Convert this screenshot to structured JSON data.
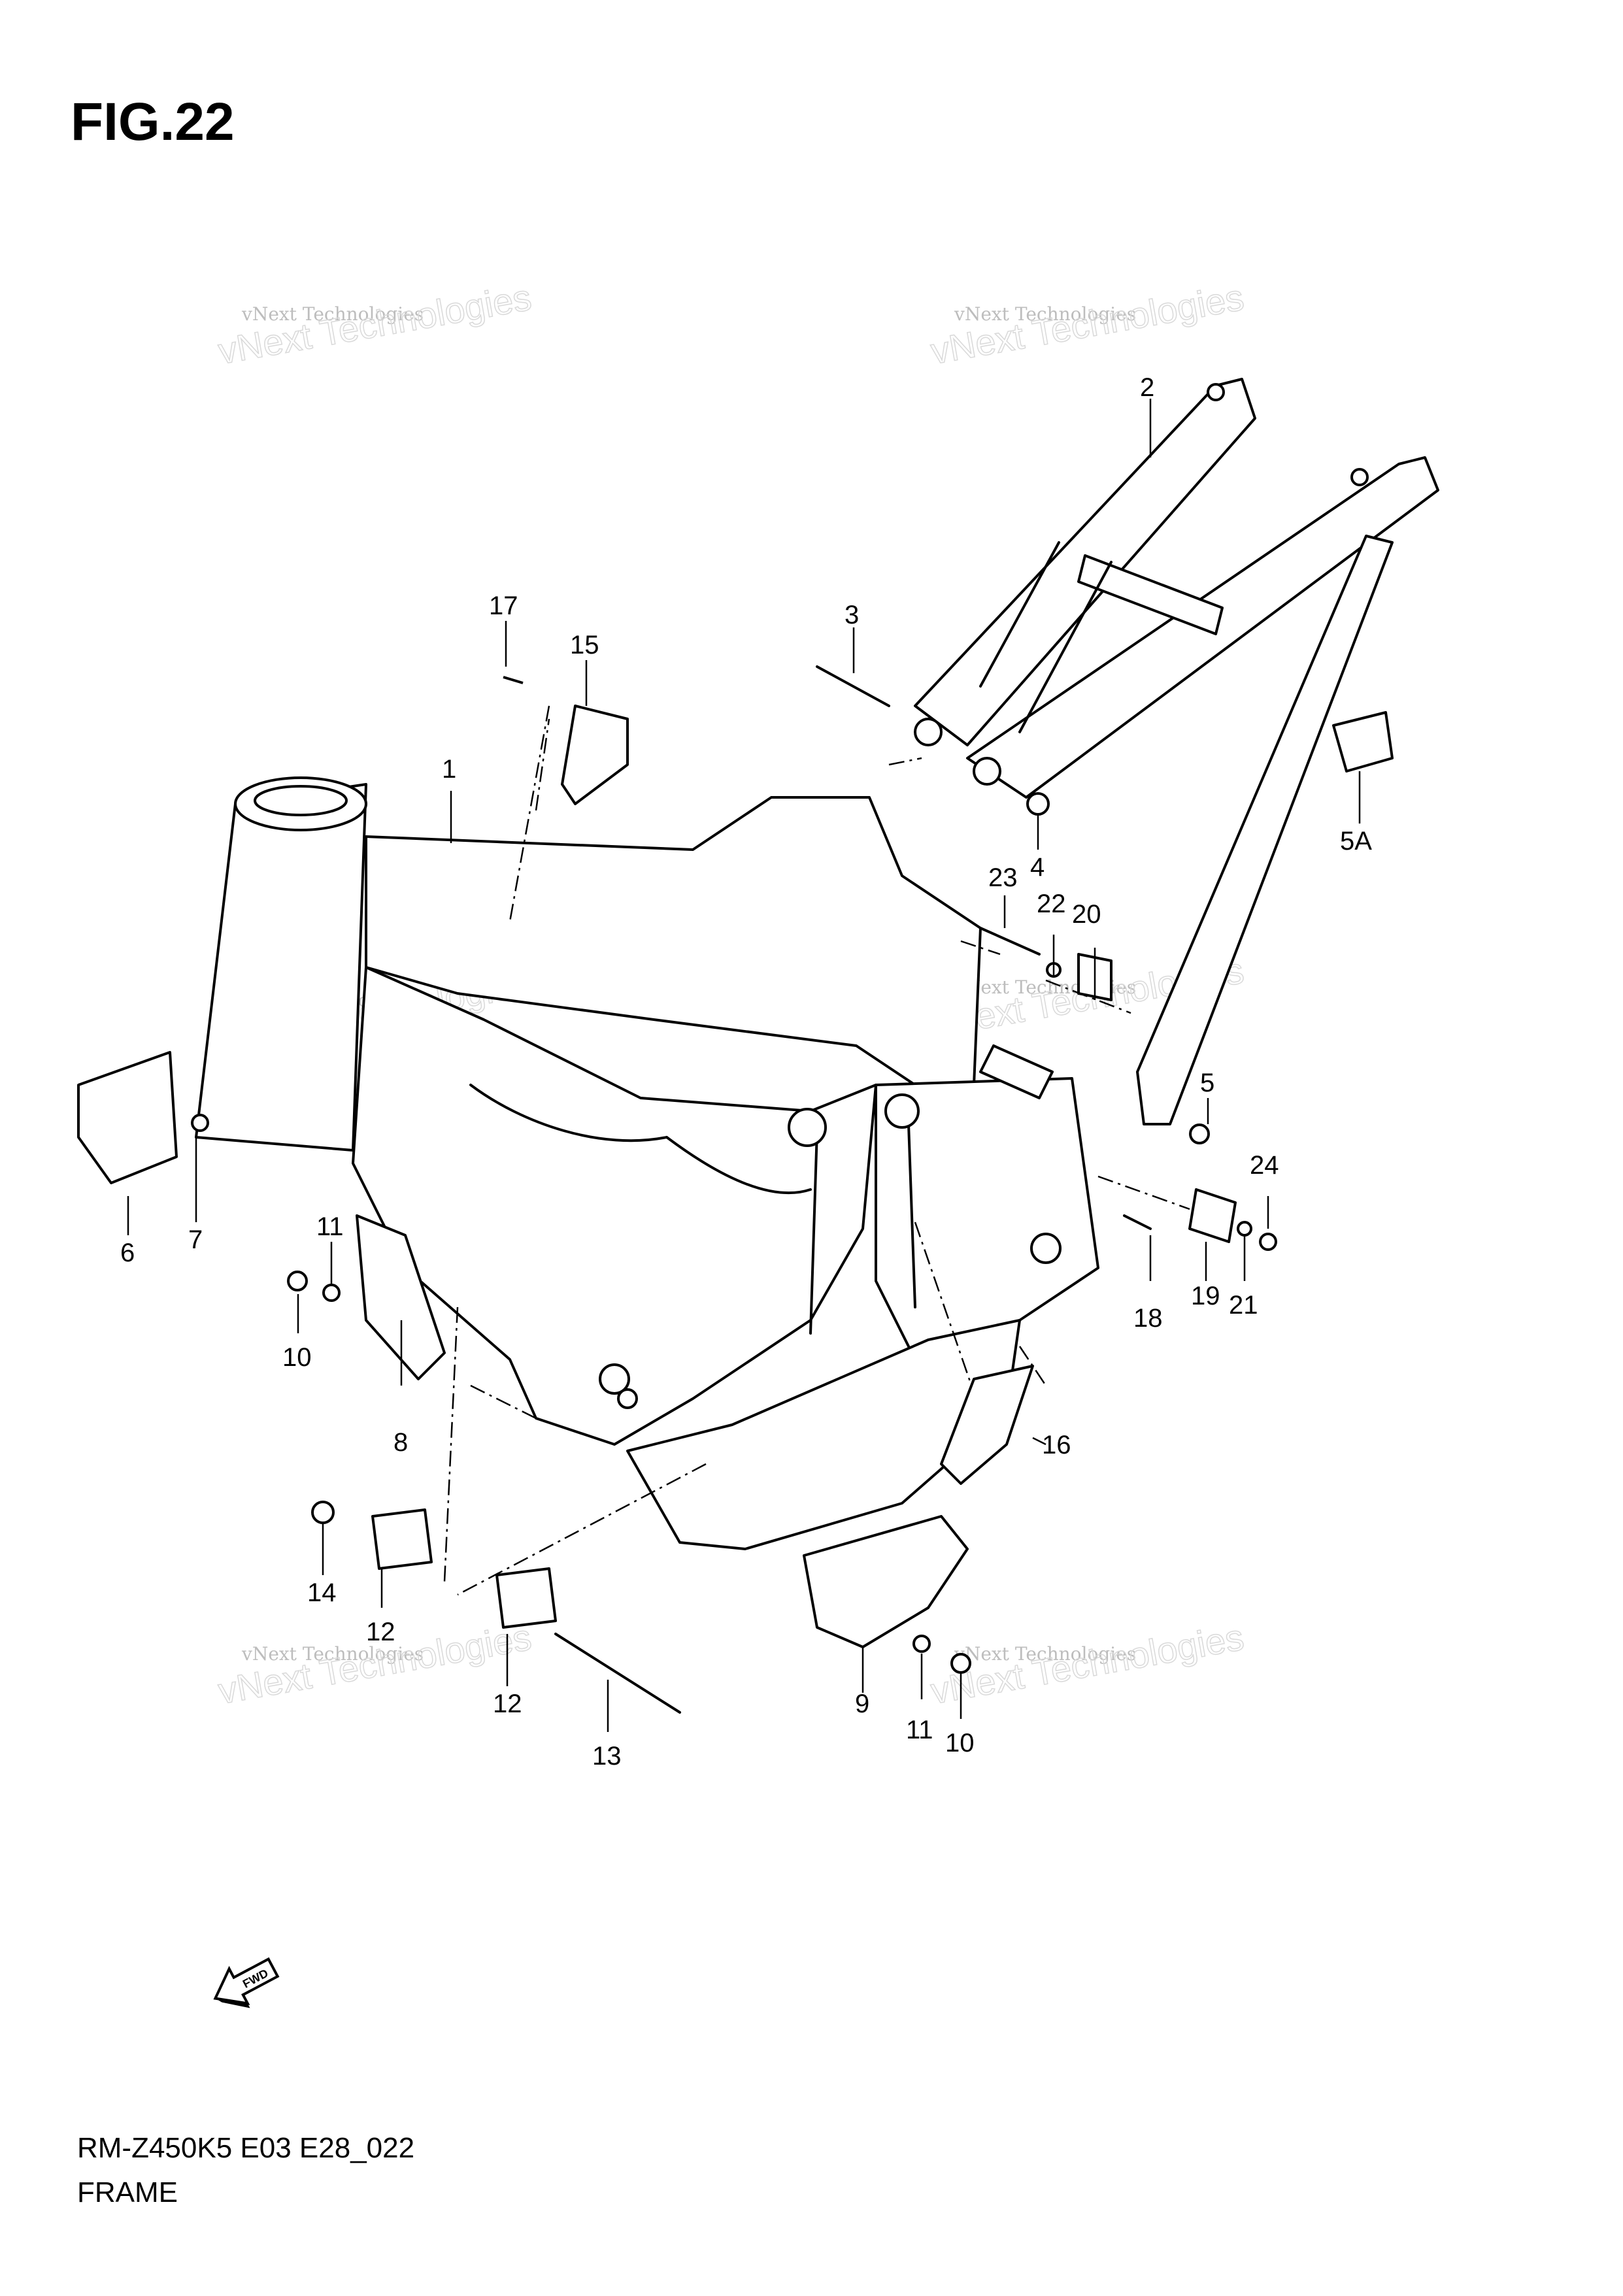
{
  "figure": {
    "title": "FIG.22",
    "code": "RM-Z450K5 E03 E28_022",
    "name": "FRAME"
  },
  "watermark": {
    "line1": "vNext Technologies",
    "line2": "vNext Technologies"
  },
  "fwd_label": "FWD",
  "callouts": [
    "1",
    "2",
    "3",
    "4",
    "5",
    "5A",
    "6",
    "7",
    "8",
    "9",
    "10",
    "10",
    "11",
    "11",
    "12",
    "12",
    "13",
    "14",
    "15",
    "16",
    "17",
    "18",
    "19",
    "20",
    "21",
    "22",
    "23",
    "24"
  ]
}
